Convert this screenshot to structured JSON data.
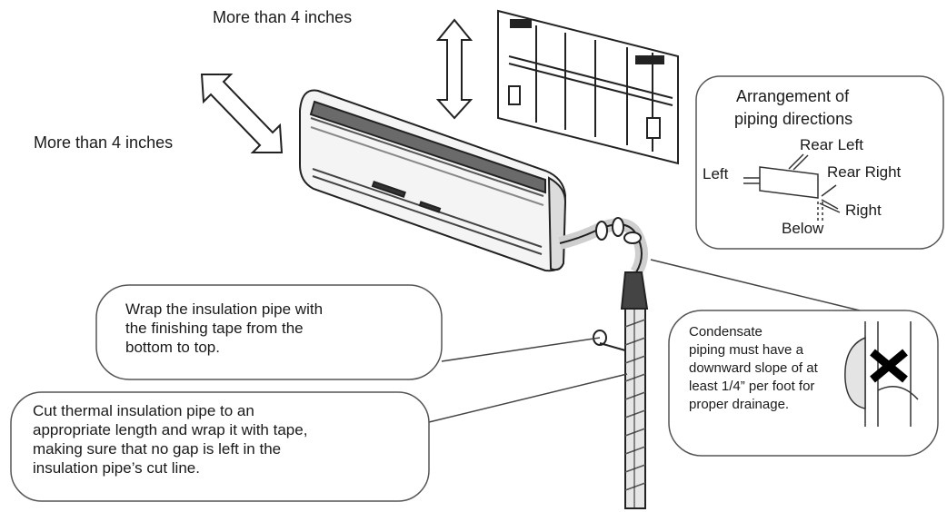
{
  "dimensions": {
    "top": "More than 4 inches",
    "left": "More than 4 inches"
  },
  "arrangement": {
    "title_line1": "Arrangement of",
    "title_line2": "piping directions",
    "rear_left": "Rear Left",
    "left": "Left",
    "rear_right": "Rear Right",
    "right": "Right",
    "below": "Below"
  },
  "wrap_note": {
    "lines": [
      "Wrap the insulation pipe with",
      "the finishing tape from the",
      "bottom to top."
    ]
  },
  "cut_note": {
    "lines": [
      "Cut thermal insulation pipe to an",
      "appropriate length and wrap it with tape,",
      "making sure that no gap is left in the",
      "insulation pipe’s cut line."
    ]
  },
  "condensate_note": {
    "lines": [
      "Condensate",
      "piping must have a",
      "downward slope of at",
      "least 1/4” per foot for",
      "proper drainage."
    ]
  }
}
